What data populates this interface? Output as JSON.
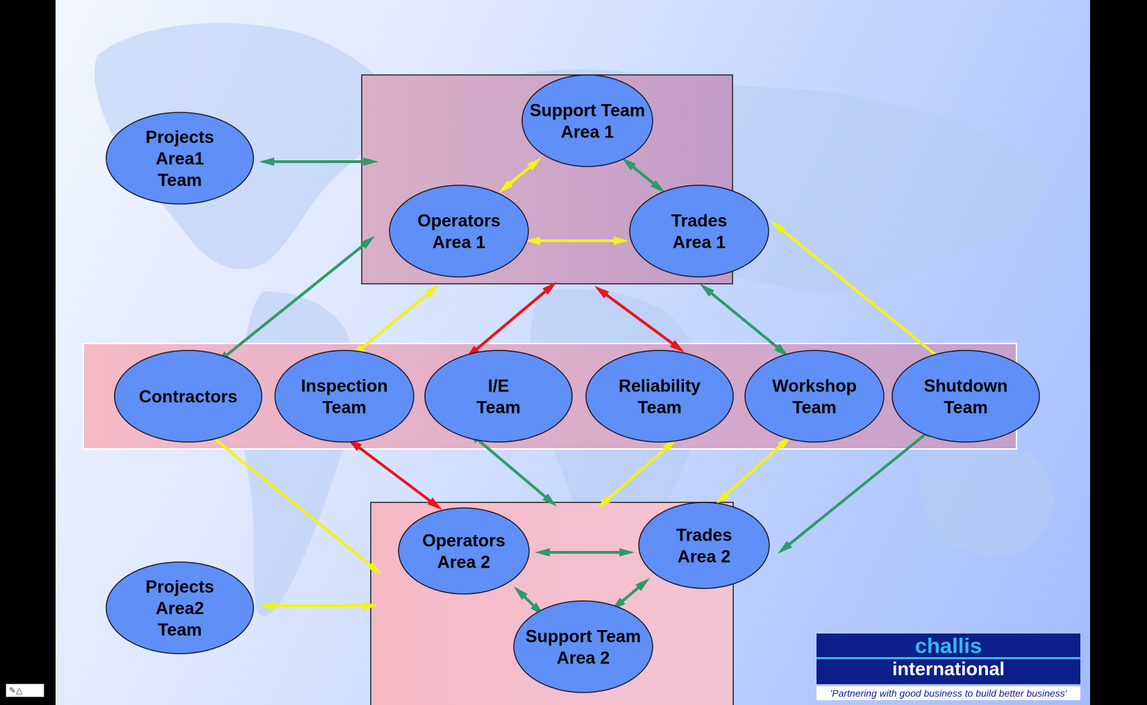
{
  "colors": {
    "node_fill": "#5f8ff7",
    "arrow_green": "#2e9a68",
    "arrow_yellow": "#f2f21a",
    "arrow_red": "#e8141b",
    "box_top": "#d4a2c4",
    "box_middle": "#f3b9c6",
    "box_bottom": "#f5bccc"
  },
  "nodes": {
    "projects1": [
      "Projects",
      "Area1",
      "Team"
    ],
    "support1": [
      "Support Team",
      "Area 1"
    ],
    "operators1": [
      "Operators",
      "Area 1"
    ],
    "trades1": [
      "Trades",
      "Area 1"
    ],
    "contractors": [
      "Contractors"
    ],
    "inspection": [
      "Inspection",
      "Team"
    ],
    "ie": [
      "I/E",
      "Team"
    ],
    "reliability": [
      "Reliability",
      "Team"
    ],
    "workshop": [
      "Workshop",
      "Team"
    ],
    "shutdown": [
      "Shutdown",
      "Team"
    ],
    "operators2": [
      "Operators",
      "Area 2"
    ],
    "trades2": [
      "Trades",
      "Area 2"
    ],
    "support2": [
      "Support Team",
      "Area 2"
    ],
    "projects2": [
      "Projects",
      "Area2",
      "Team"
    ]
  },
  "logo": {
    "line1": "challis",
    "line2": "international",
    "tagline": "'Partnering with good business to build better business'"
  },
  "corner_icon": "slide-show-icon"
}
